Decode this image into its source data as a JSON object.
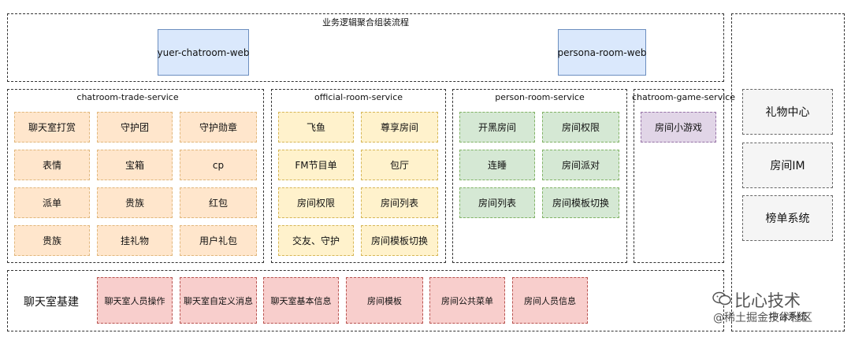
{
  "top": {
    "title": "业务逻辑聚合组装流程",
    "web1": "yuer-chatroom-web",
    "web2": "persona-room-web"
  },
  "trade": {
    "title": "chatroom-trade-service",
    "items": [
      "聊天室打赏",
      "守护团",
      "守护勋章",
      "表情",
      "宝箱",
      "cp",
      "派单",
      "贵族",
      "红包",
      "贵族",
      "挂礼物",
      "用户礼包"
    ]
  },
  "official": {
    "title": "official-room-service",
    "items": [
      "飞鱼",
      "尊享房间",
      "FM节目单",
      "包厅",
      "房间权限",
      "房间列表",
      "交友、守护",
      "房间模板切换"
    ]
  },
  "person": {
    "title": "person-room-service",
    "items": [
      "开黑房间",
      "房间权限",
      "连睡",
      "房间派对",
      "房间列表",
      "房间模板切换"
    ]
  },
  "game": {
    "title": "chatroom-game-service",
    "items": [
      "房间小游戏"
    ]
  },
  "base": {
    "title": "聊天室基建",
    "items": [
      "聊天室人员操作",
      "聊天室自定义消息",
      "聊天室基本信息",
      "房间模板",
      "房间公共菜单",
      "房间人员信息"
    ]
  },
  "middle": {
    "title": "中台系统",
    "items": [
      "礼物中心",
      "房间IM",
      "榜单系统"
    ]
  },
  "watermark": {
    "brand": "比心技术",
    "site": "@稀土掘金技术社区"
  }
}
